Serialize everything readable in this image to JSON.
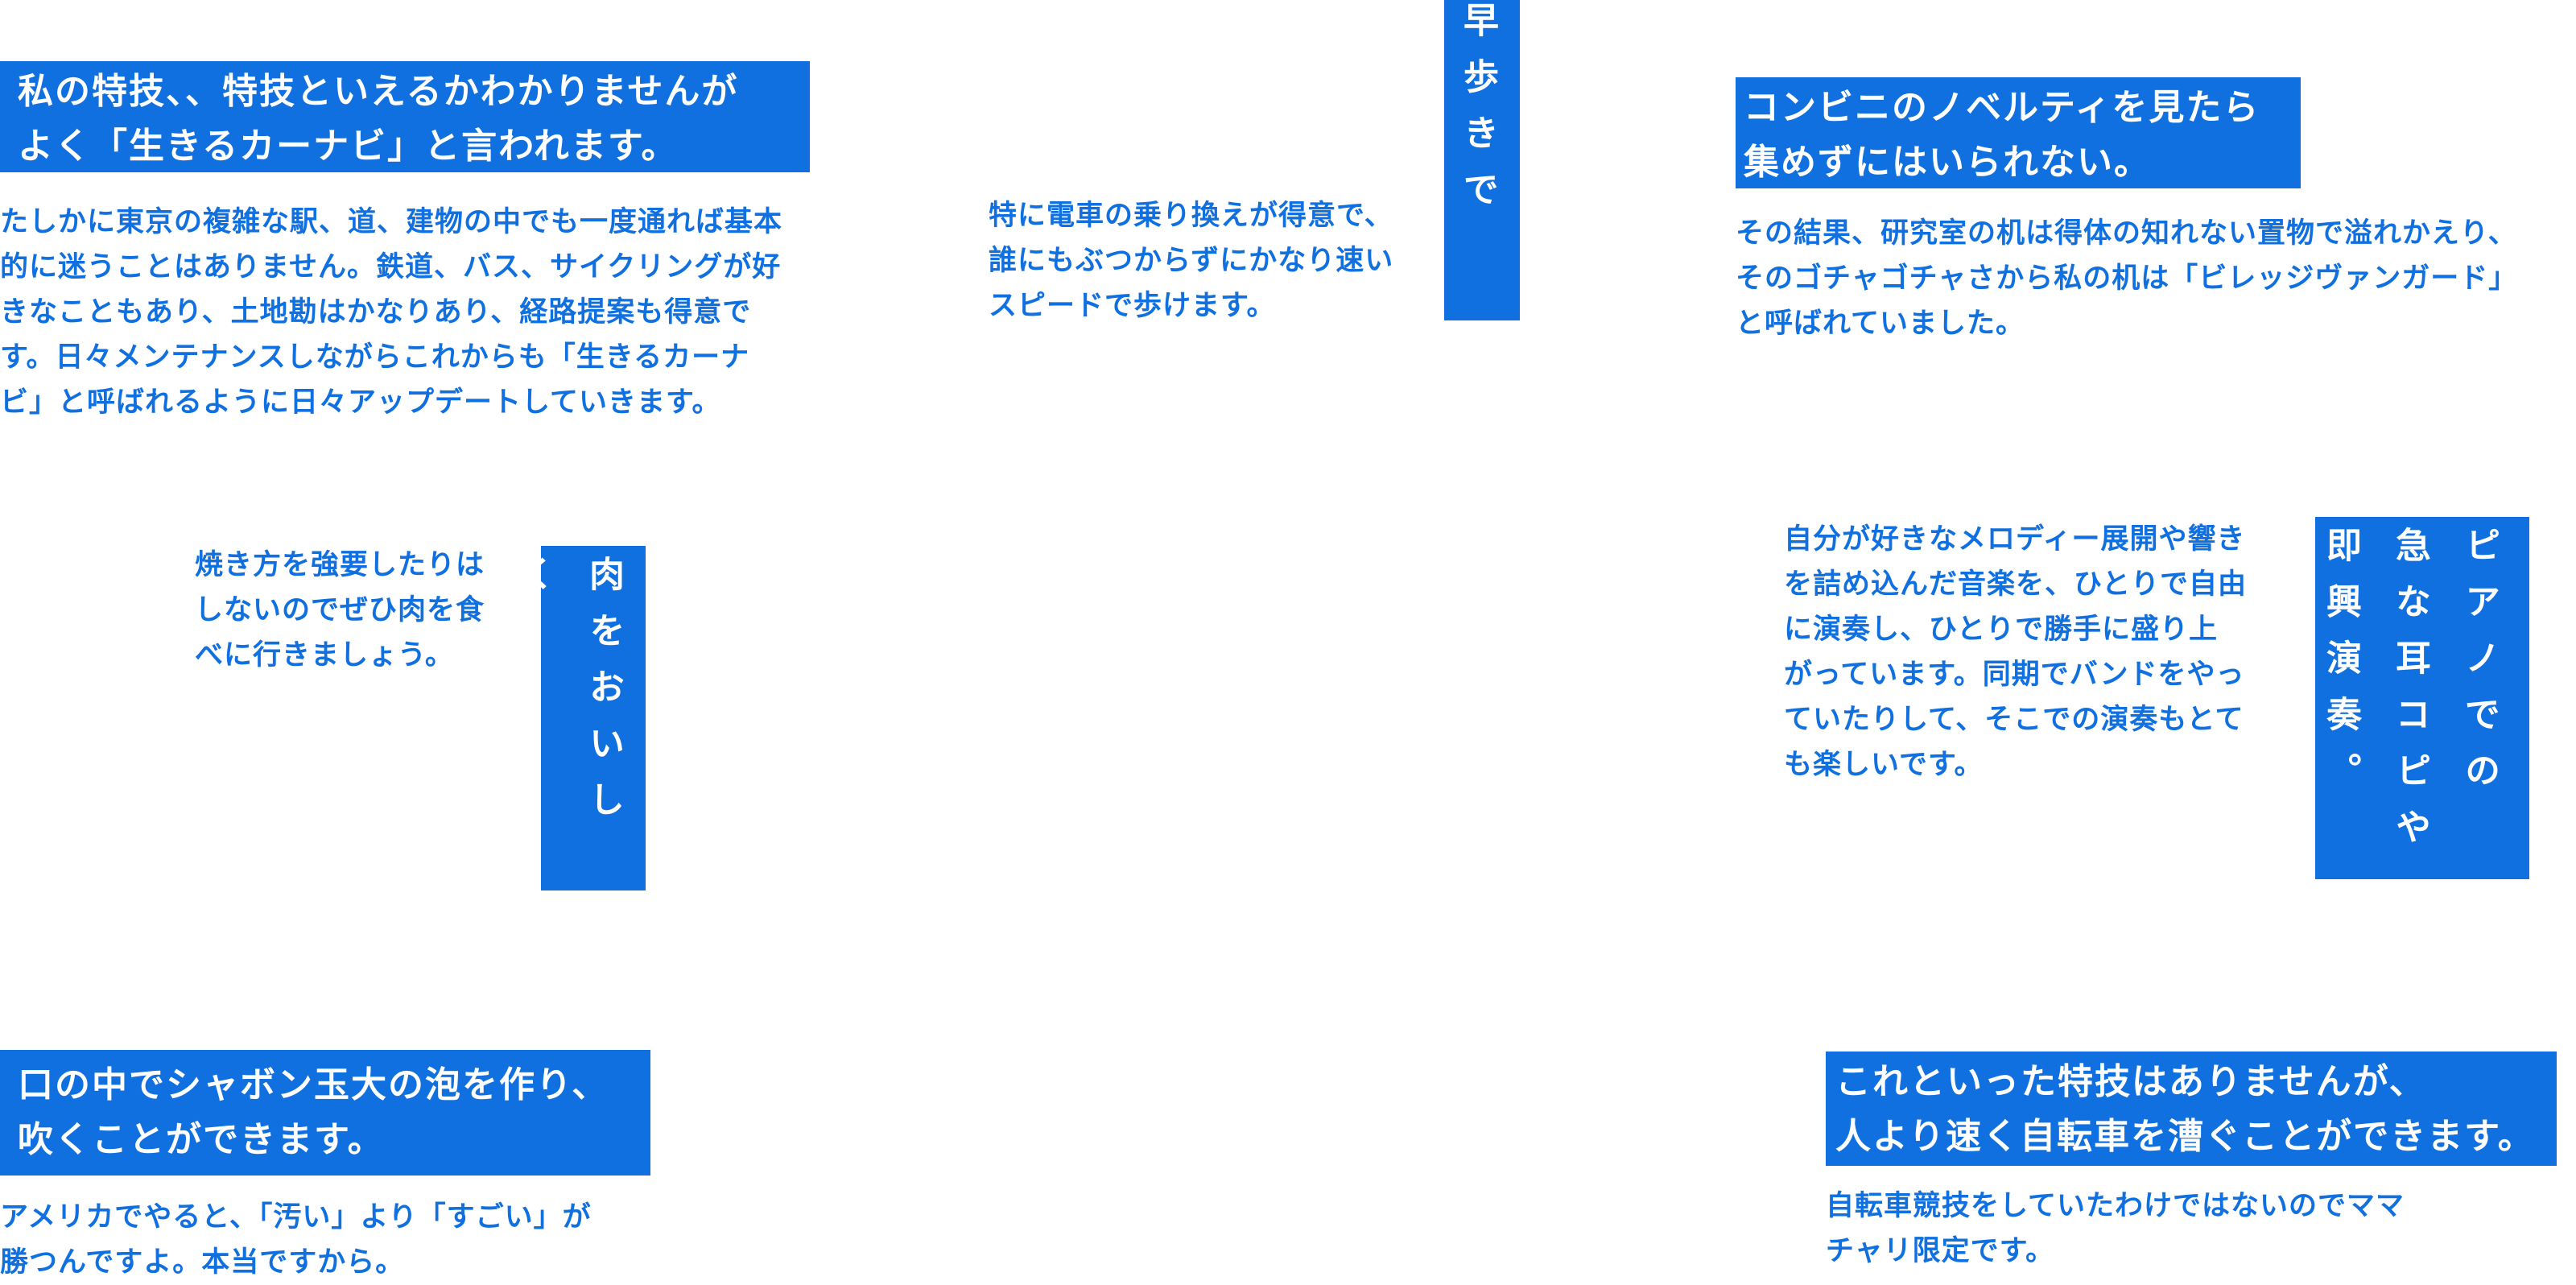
{
  "colors": {
    "accent": "#1170e0",
    "title_text": "#ffffff",
    "background": "#ffffff"
  },
  "sections": {
    "navigation": {
      "title": "私の特技、、特技といえるかわかりませんが\nよく「生きるカーナビ」と言われます。",
      "body": "たしかに東京の複雑な駅、道、建物の中でも一度通れば基本\n的に迷うことはありません。鉄道、バス、サイクリングが好\nきなこともあり、土地勘はかなりあり、経路提案も得意で\nす。日々メンテナンスしながらこれからも「生きるカーナ\nビ」と呼ばれるように日々アップデートしていきます。"
    },
    "walking": {
      "title": "早歩きです。",
      "body": "特に電車の乗り換えが得意で、\n誰にもぶつからずにかなり速い\nスピードで歩けます。"
    },
    "novelty": {
      "title": "コンビニのノベルティを見たら\n集めずにはいられない。",
      "body": "その結果、研究室の机は得体の知れない置物で溢れかえり、\nそのゴチャゴチャさから私の机は「ビレッジヴァンガード」\nと呼ばれていました。"
    },
    "meat": {
      "title": "肉をおいしく\n焼くこと。",
      "body": "焼き方を強要したりは\nしないのでぜひ肉を食\nべに行きましょう。"
    },
    "piano": {
      "title": "ピアノでの\n急な耳コピや\n即興演奏。",
      "body": "自分が好きなメロディー展開や響き\nを詰め込んだ音楽を、ひとりで自由\nに演奏し、ひとりで勝手に盛り上\nがっています。同期でバンドをやっ\nていたりして、そこでの演奏もとて\nも楽しいです。"
    },
    "bubble": {
      "title": "口の中でシャボン玉大の泡を作り、\n吹くことができます。",
      "body": "アメリカでやると、「汚い」より「すごい」が\n勝つんですよ。本当ですから。"
    },
    "bicycle": {
      "title": "これといった特技はありませんが、\n人より速く自転車を漕ぐことができます。",
      "body": "自転車競技をしていたわけではないのでママ\nチャリ限定です。"
    }
  }
}
